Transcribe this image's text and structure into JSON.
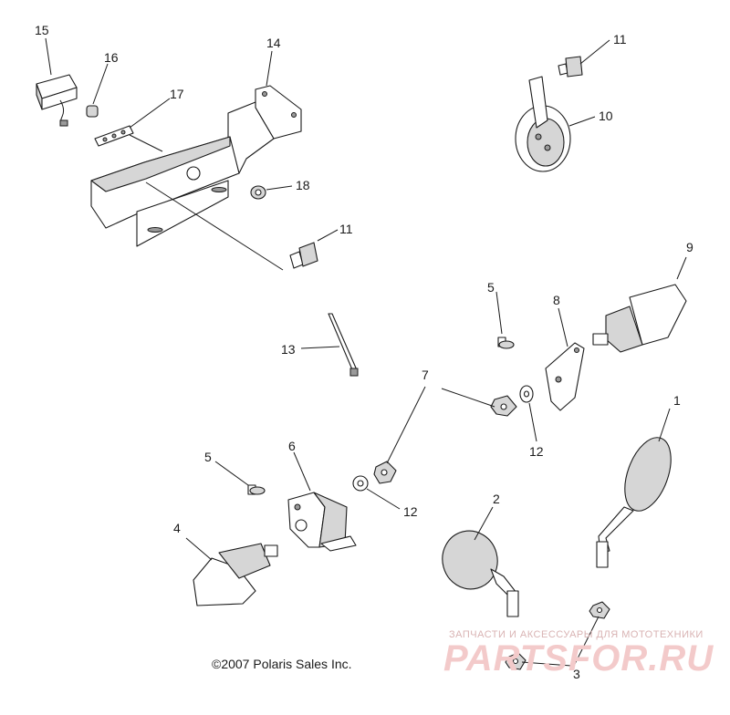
{
  "callouts": [
    {
      "id": "c15",
      "label": "15"
    },
    {
      "id": "c16",
      "label": "16"
    },
    {
      "id": "c17",
      "label": "17"
    },
    {
      "id": "c14",
      "label": "14"
    },
    {
      "id": "c18",
      "label": "18"
    },
    {
      "id": "c11a",
      "label": "11"
    },
    {
      "id": "c11b",
      "label": "11"
    },
    {
      "id": "c10",
      "label": "10"
    },
    {
      "id": "c9",
      "label": "9"
    },
    {
      "id": "c5a",
      "label": "5"
    },
    {
      "id": "c8",
      "label": "8"
    },
    {
      "id": "c13",
      "label": "13"
    },
    {
      "id": "c7",
      "label": "7"
    },
    {
      "id": "c12a",
      "label": "12"
    },
    {
      "id": "c1",
      "label": "1"
    },
    {
      "id": "c5b",
      "label": "5"
    },
    {
      "id": "c6",
      "label": "6"
    },
    {
      "id": "c12b",
      "label": "12"
    },
    {
      "id": "c2",
      "label": "2"
    },
    {
      "id": "c4",
      "label": "4"
    },
    {
      "id": "c3",
      "label": "3"
    }
  ],
  "copyright": "©2007 Polaris Sales Inc.",
  "watermark": {
    "tagline": "ЗАПЧАСТИ И АКСЕССУАРЫ ДЛЯ МОТОТЕХНИКИ",
    "brand": "PARTSFOR.RU"
  },
  "colors": {
    "line": "#1a1a1a",
    "watermark": "#f3caca"
  }
}
